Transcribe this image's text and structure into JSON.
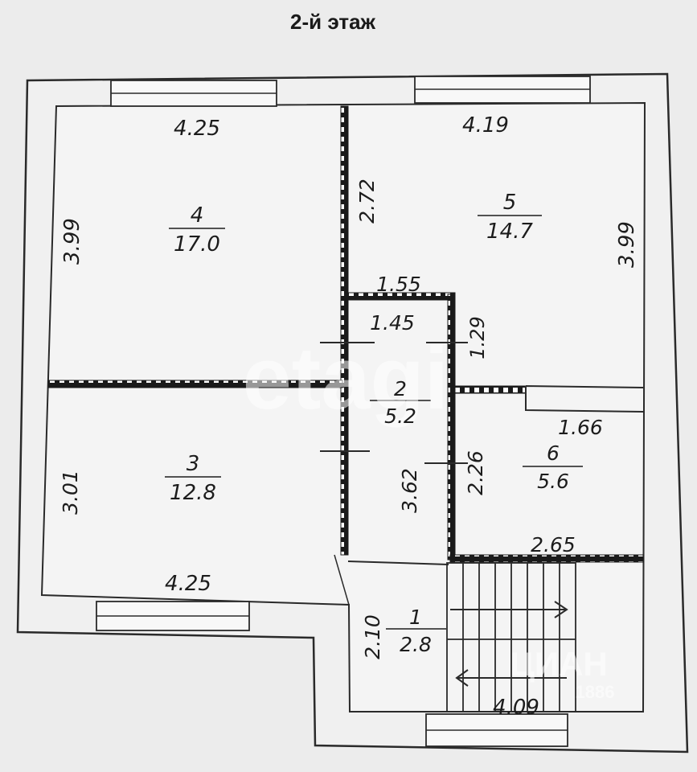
{
  "title": "2-й этаж",
  "watermark": {
    "main": "etagi",
    "secondary": "ЦИАН",
    "number": "1886"
  },
  "rooms": [
    {
      "number": "4",
      "area": "17.0"
    },
    {
      "number": "5",
      "area": "14.7"
    },
    {
      "number": "3",
      "area": "12.8"
    },
    {
      "number": "2",
      "area": "5.2"
    },
    {
      "number": "6",
      "area": "5.6"
    },
    {
      "number": "1",
      "area": "2.8"
    }
  ],
  "dimensions": {
    "room4_top": "4.25",
    "room4_left": "3.99",
    "wall_2_72": "2.72",
    "room5_top": "4.19",
    "room5_right": "3.99",
    "corridor_top_outer": "1.55",
    "corridor_top_inner": "1.45",
    "corridor_1_29": "1.29",
    "room6_top": "1.66",
    "room6_side": "2.26",
    "room6_bottom": "2.65",
    "corridor_height": "3.62",
    "room3_left": "3.01",
    "room3_bottom": "4.25",
    "room1_left": "2.10",
    "stairs_bottom": "4.09"
  },
  "colors": {
    "background": "#ececec",
    "wall": "#1a1a1a",
    "room_fill": "#f3f3f3"
  }
}
